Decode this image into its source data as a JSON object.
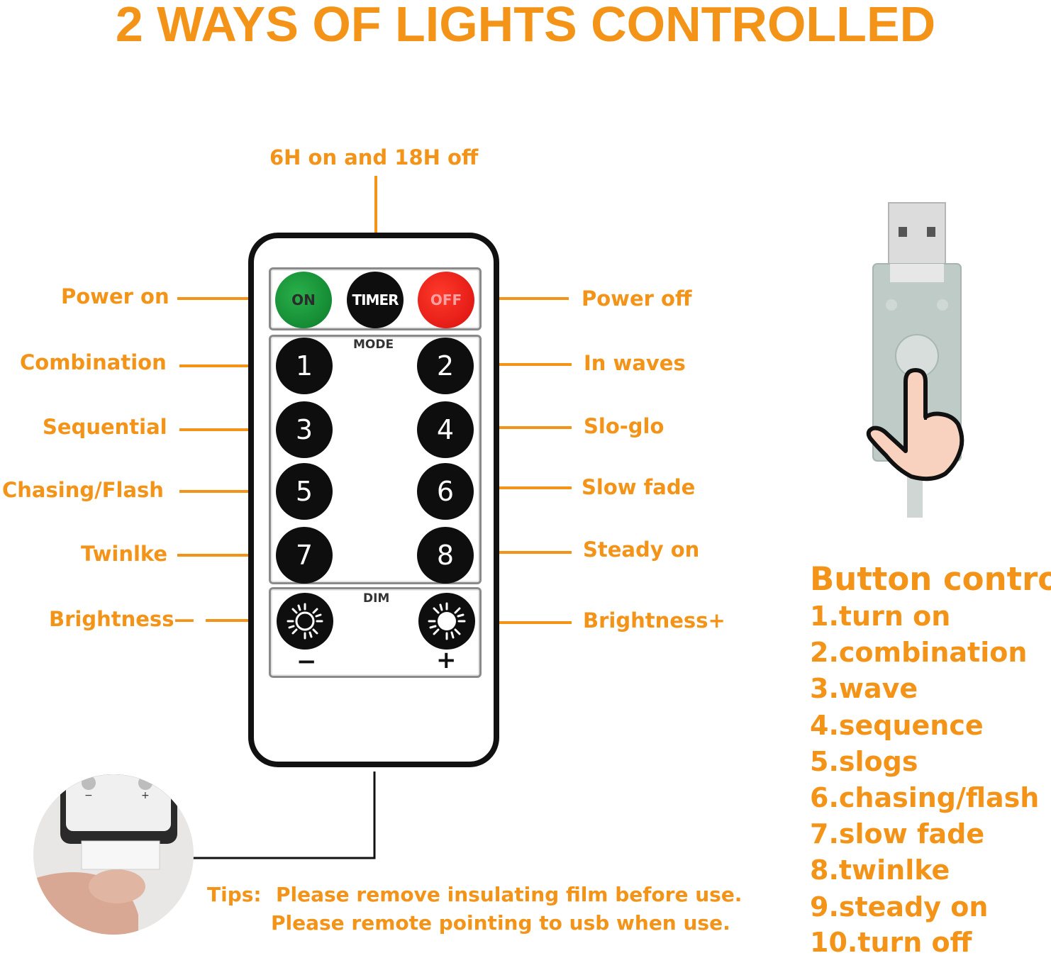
{
  "title": "2 WAYS OF LIGHTS CONTROLLED",
  "accent_color": "#f39418",
  "timer_label": "6H on and 18H off",
  "remote": {
    "on_button": "ON",
    "timer_button": "TIMER",
    "off_button": "OFF",
    "mode_label": "MODE",
    "dim_label": "DIM",
    "minus_sign": "−",
    "plus_sign": "+",
    "numbers": [
      "1",
      "2",
      "3",
      "4",
      "5",
      "6",
      "7",
      "8"
    ]
  },
  "left_labels": [
    "Power on",
    "Combination",
    "Sequential",
    "Chasing/Flash",
    "Twinlke",
    "Brightness—"
  ],
  "right_labels": [
    "Power off",
    "In waves",
    "Slo-glo",
    "Slow fade",
    "Steady on",
    "Brightness+"
  ],
  "button_control": {
    "title": "Button control",
    "items": [
      "1.turn on",
      "2.combination",
      "3.wave",
      "4.sequence",
      "5.slogs",
      "6.chasing/flash",
      "7.slow fade",
      "8.twinlke",
      "9.steady on",
      "10.turn off"
    ]
  },
  "tips": {
    "prefix": "Tips:",
    "line1": "Please remove insulating film before use.",
    "line2": "Please remote pointing to usb when use."
  },
  "icons": [
    "sun-dim-icon",
    "sun-bright-icon",
    "usb-controller-icon",
    "pointing-hand-icon",
    "battery-photo-icon"
  ]
}
